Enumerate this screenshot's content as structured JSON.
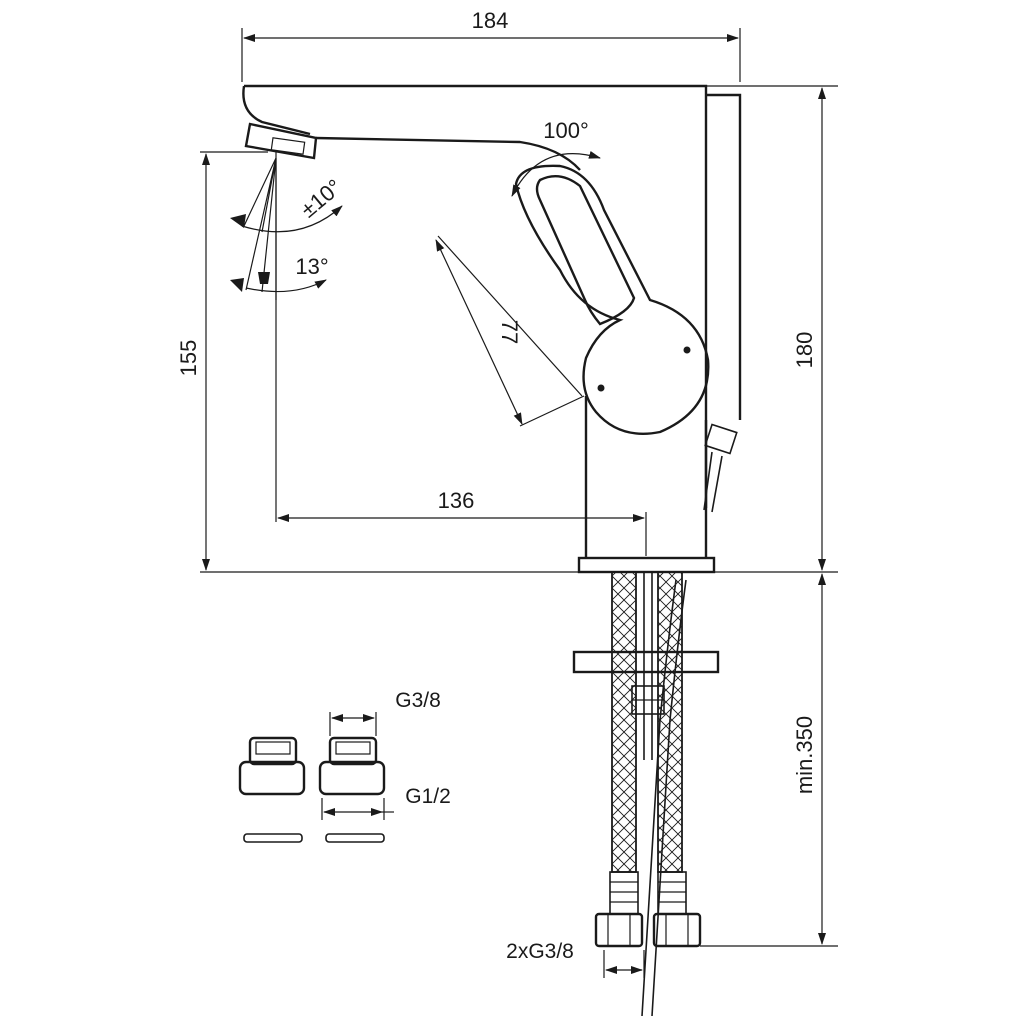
{
  "dimensions": {
    "overall_width": "184",
    "overall_height": "180",
    "spout_height": "155",
    "spout_reach": "136",
    "handle_length": "77",
    "handle_rotation": "100°",
    "spray_swivel": "±10°",
    "spray_angle": "13°",
    "hose_length": "min.350",
    "hose_thread": "2xG3/8",
    "adapter_inner_thread": "G3/8",
    "adapter_outer_thread": "G1/2"
  },
  "colors": {
    "line": "#1a1a1a",
    "background": "#ffffff"
  }
}
